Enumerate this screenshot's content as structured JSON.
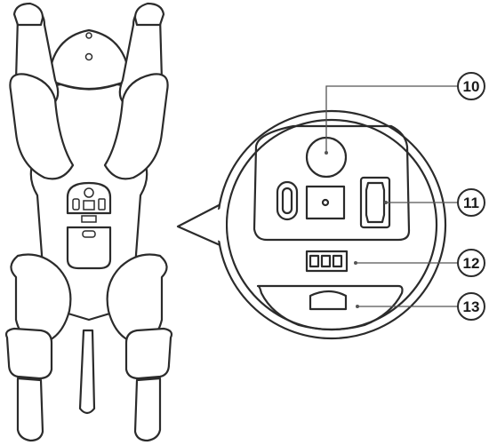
{
  "callouts": [
    {
      "id": "10",
      "label": "10"
    },
    {
      "id": "11",
      "label": "11"
    },
    {
      "id": "12",
      "label": "12"
    },
    {
      "id": "13",
      "label": "13"
    }
  ],
  "colors": {
    "line": "#2b2b2b",
    "background": "#ffffff"
  }
}
